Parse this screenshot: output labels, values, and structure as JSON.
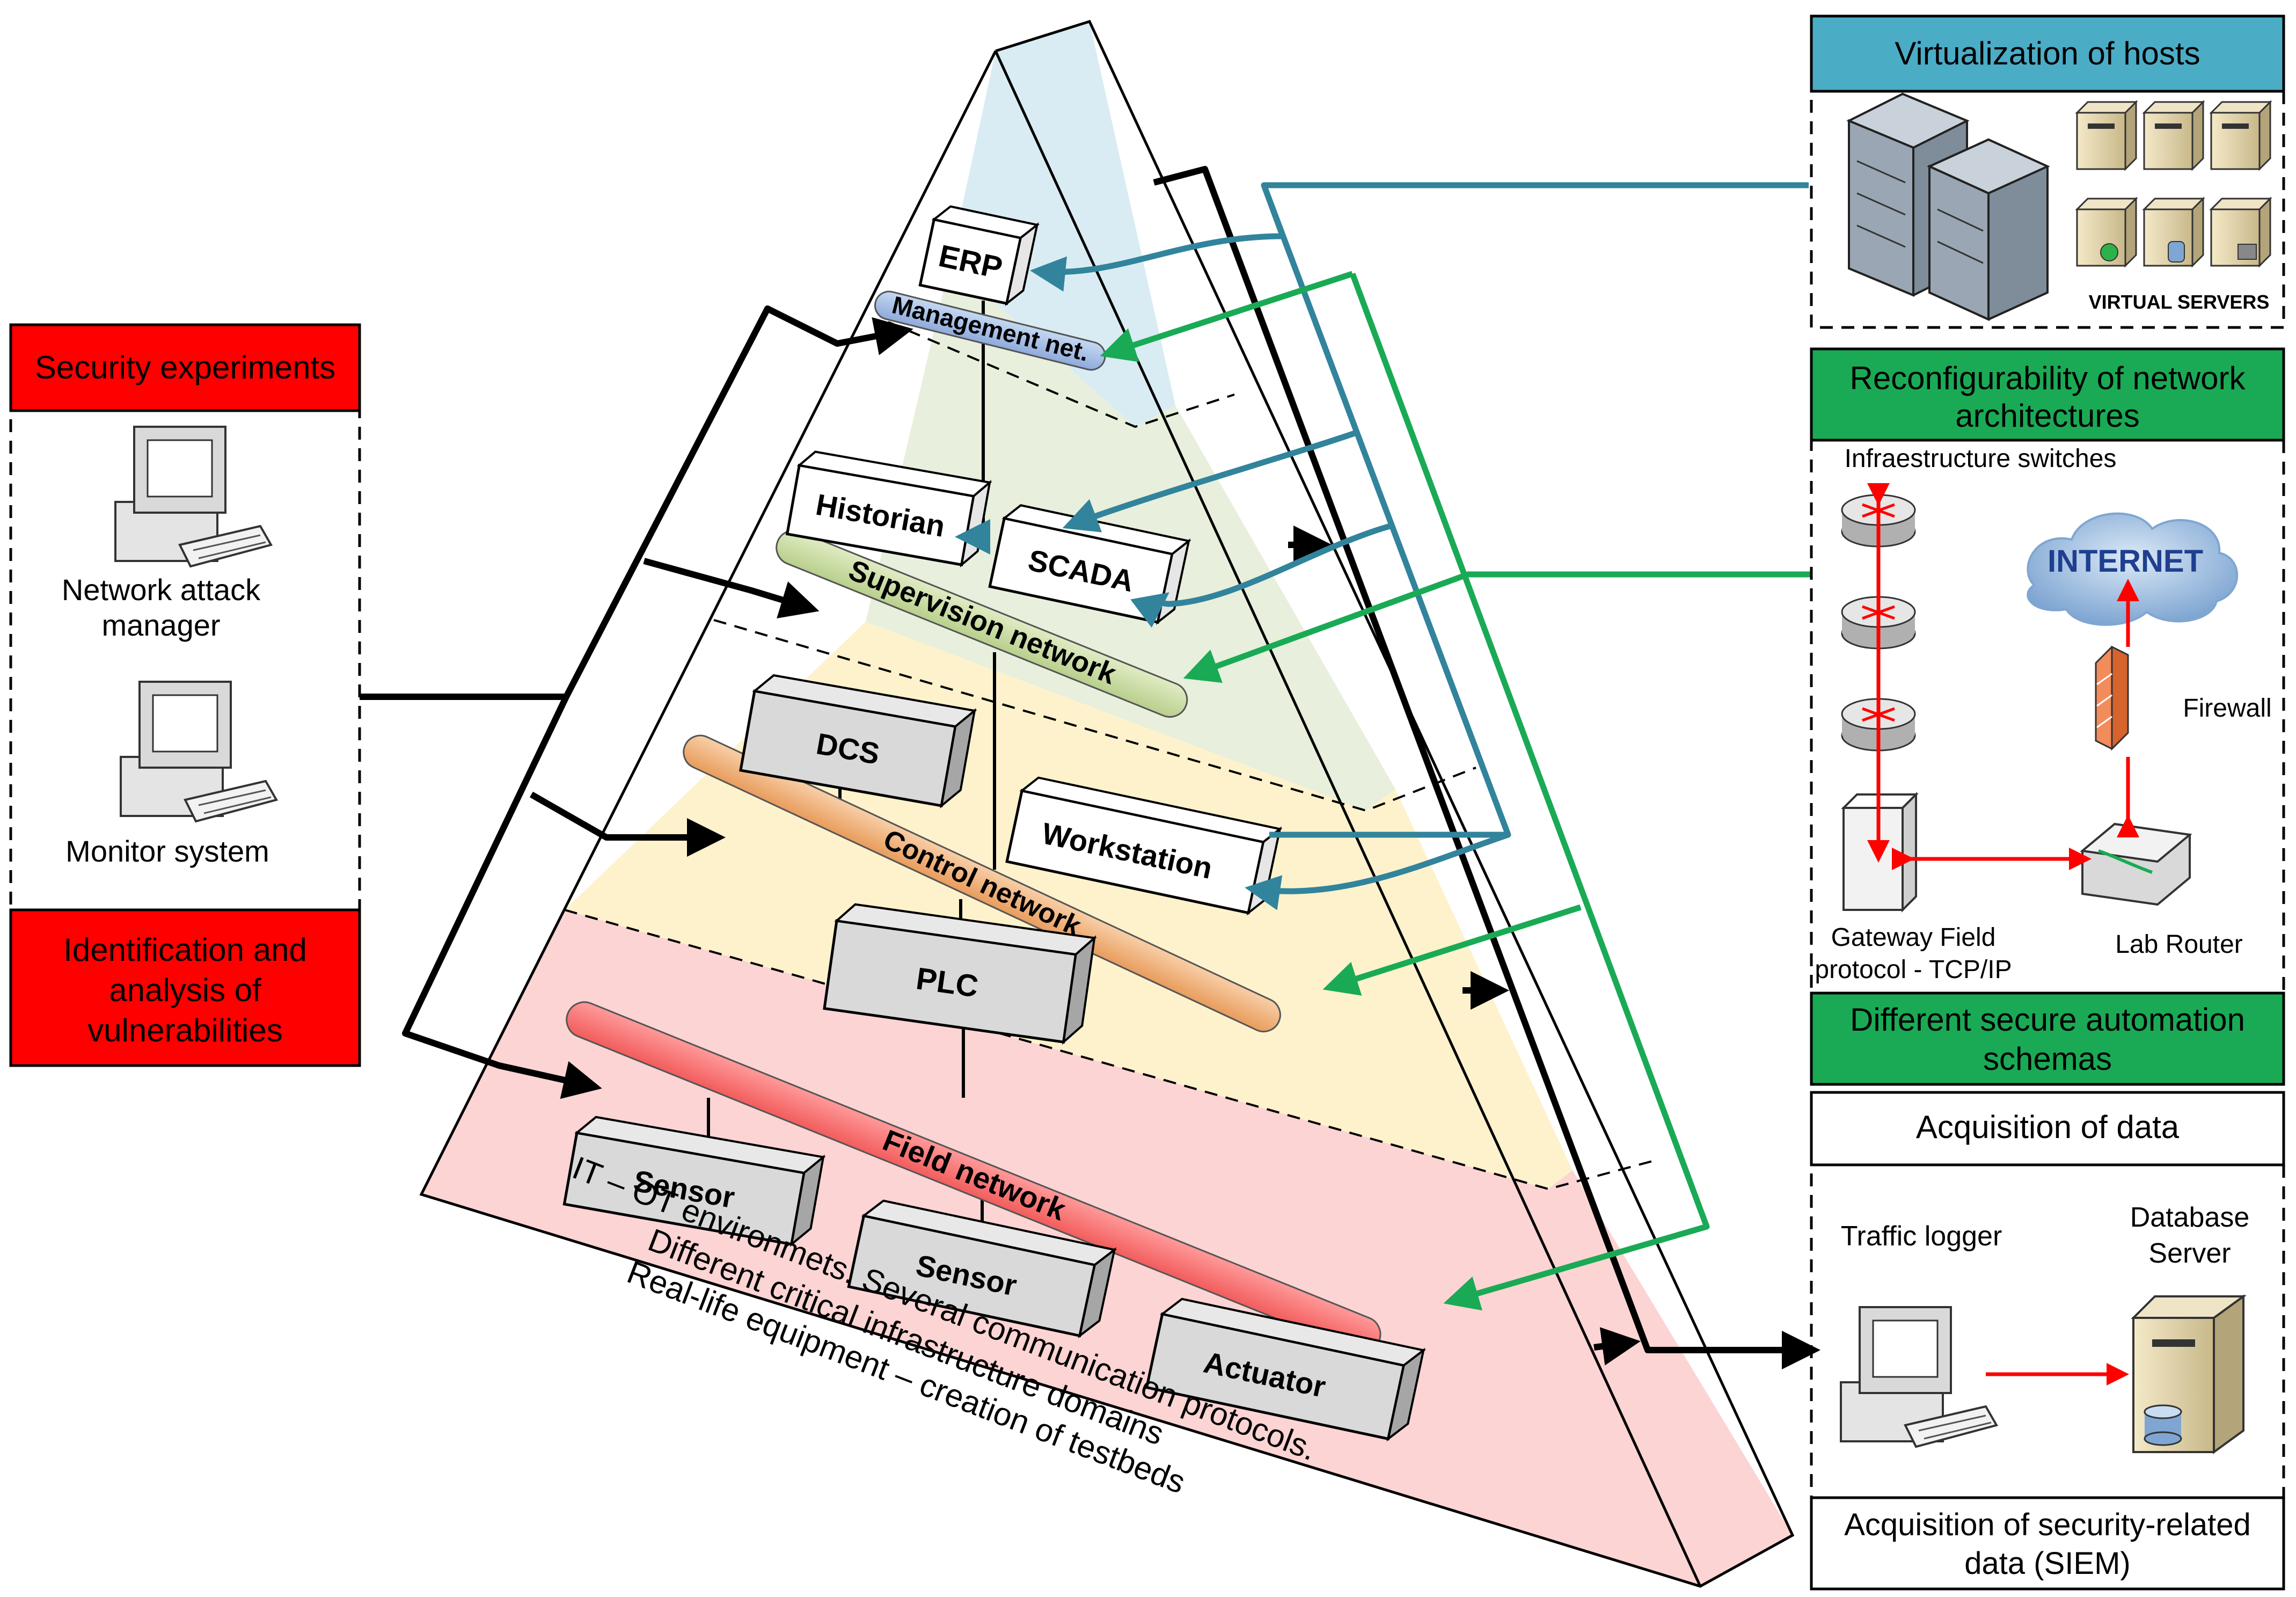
{
  "left_panel": {
    "security_experiments": "Security experiments",
    "network_attack_manager_line1": "Network attack",
    "network_attack_manager_line2": "manager",
    "monitor_system": "Monitor system",
    "identification_line1": "Identification and",
    "identification_line2": "analysis of",
    "identification_line3": "vulnerabilities"
  },
  "pyramid": {
    "erp": "ERP",
    "management_net": "Management net.",
    "historian": "Historian",
    "scada": "SCADA",
    "supervision_network": "Supervision network",
    "dcs": "DCS",
    "workstation": "Workstation",
    "control_network": "Control network",
    "plc": "PLC",
    "field_network": "Field network",
    "sensor_1": "Sensor",
    "sensor_2": "Sensor",
    "actuator": "Actuator",
    "caption_line1": "IT – OT environmets. Several communication protocols.",
    "caption_line2": "Different critical infrastructure domains",
    "caption_line3": "Real-life equipment – creation of testbeds"
  },
  "right_panel": {
    "virtualization_header": "Virtualization of hosts",
    "virtual_servers": "VIRTUAL SERVERS",
    "reconfig_line1": "Reconfigurability of network",
    "reconfig_line2": "architectures",
    "infra_switches": "Infraestructure switches",
    "internet": "INTERNET",
    "firewall": "Firewall",
    "gateway_line1": "Gateway Field",
    "gateway_line2": "protocol - TCP/IP",
    "lab_router": "Lab Router",
    "secure_schemas_line1": "Different secure automation",
    "secure_schemas_line2": "schemas",
    "acquisition_header": "Acquisition of data",
    "traffic_logger": "Traffic logger",
    "database_line1": "Database",
    "database_line2": "Server",
    "siem_line1": "Acquisition of security-related",
    "siem_line2": "data (SIEM)"
  },
  "colors": {
    "red_header": "#ff0000",
    "green_header": "#1aaa55",
    "teal_header": "#4bacc6",
    "teal_line": "#31849b",
    "green_line": "#1aaa55",
    "tier_it": "#d9ecf3",
    "tier_supervision": "#e8efdc",
    "tier_control": "#fdf2cc",
    "tier_field": "#fcd4d4"
  }
}
